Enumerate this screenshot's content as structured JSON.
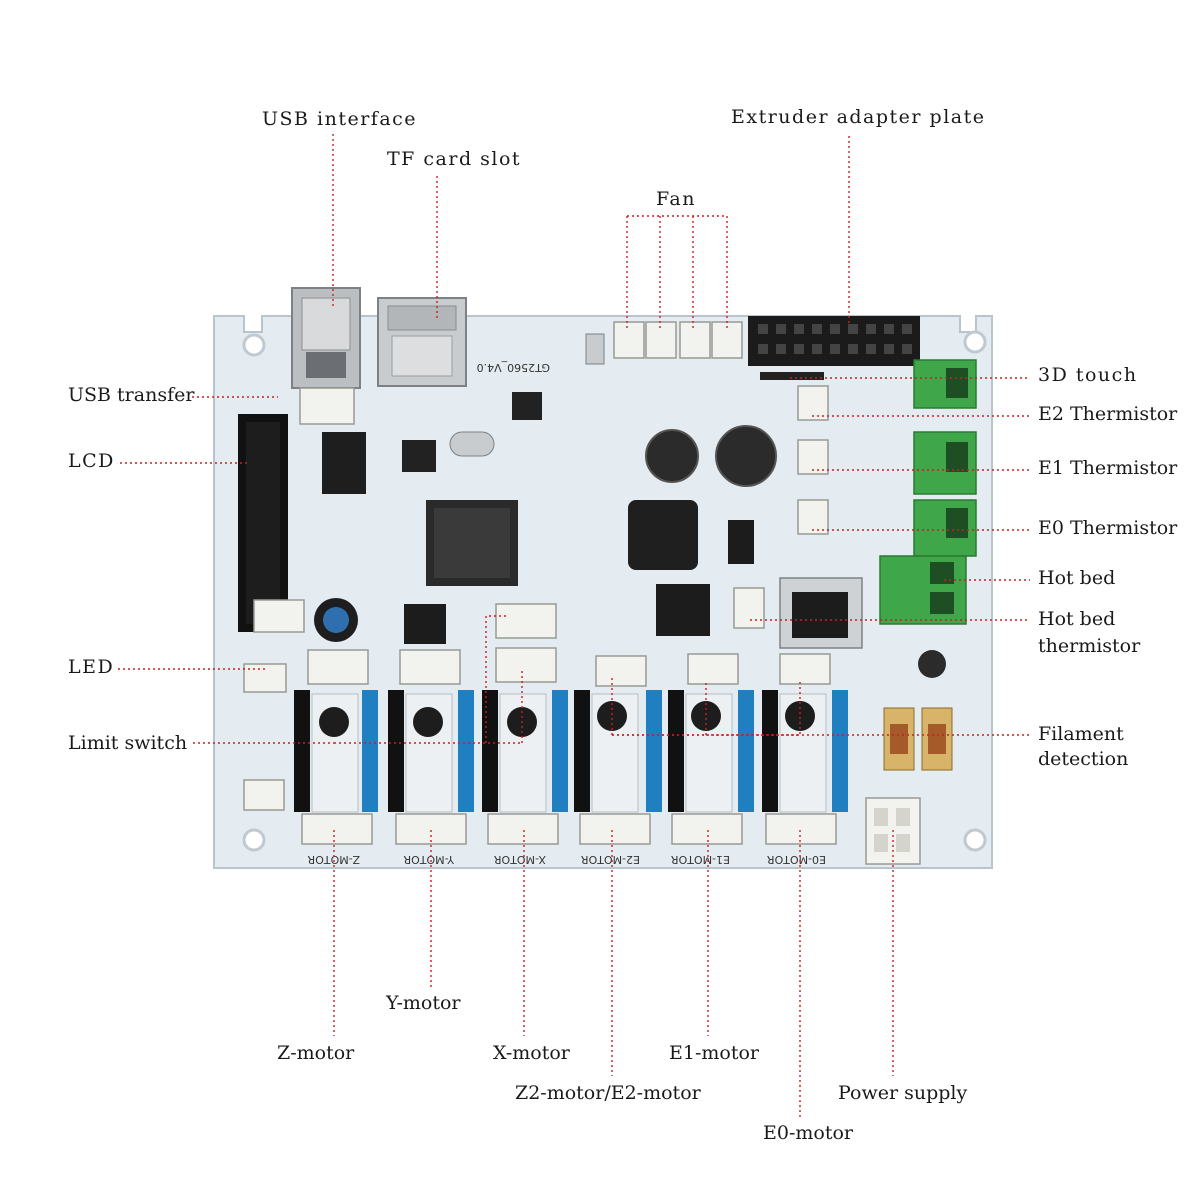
{
  "board": {
    "model_silkscreen": "GT2560_V4.0"
  },
  "motor_silkscreen": [
    "Z-MOTOR",
    "Y-MOTOR",
    "X-MOTOR",
    "E2-MOTOR",
    "E1-MOTOR",
    "E0-MOTOR"
  ],
  "labels": {
    "usb_interface": "USB interface",
    "tf_card_slot": "TF card slot",
    "fan": "Fan",
    "extruder_adapter_plate": "Extruder adapter plate",
    "usb_transfer": "USB transfer",
    "lcd": "LCD",
    "led": "LED",
    "limit_switch": "Limit switch",
    "touch_3d": "3D touch",
    "e2_thermistor": "E2 Thermistor",
    "e1_thermistor": "E1 Thermistor",
    "e0_thermistor": "E0 Thermistor",
    "hot_bed": "Hot bed",
    "hot_bed_thermistor_1": "Hot bed",
    "hot_bed_thermistor_2": "thermistor",
    "filament_detection_1": "Filament",
    "filament_detection_2": "detection",
    "z_motor": "Z-motor",
    "y_motor": "Y-motor",
    "x_motor": "X-motor",
    "z2_e2_motor": "Z2-motor/E2-motor",
    "e1_motor": "E1-motor",
    "e0_motor": "E0-motor",
    "power_supply": "Power supply"
  },
  "colors": {
    "leader": "#cc1f1f",
    "board": "#e4ecf1",
    "terminal_green": "#3fa64a",
    "driver_header_blue": "#1f7fc1"
  }
}
